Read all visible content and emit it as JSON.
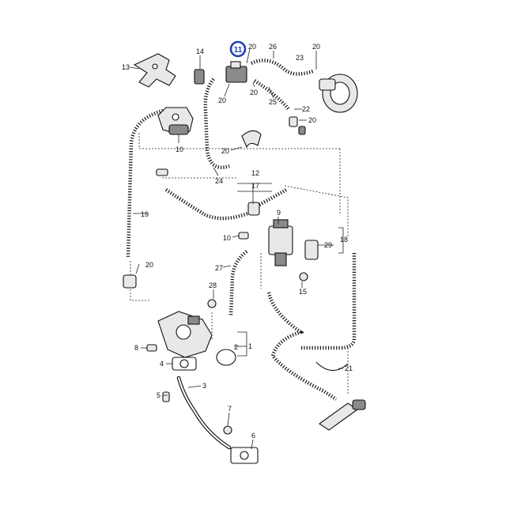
{
  "highlight": {
    "label": "11",
    "color": "#1f3fb0"
  },
  "callouts": {
    "c1": "1",
    "c2": "2",
    "c3": "3",
    "c4": "4",
    "c5": "5",
    "c6": "6",
    "c7": "7",
    "c8": "8",
    "c9": "9",
    "c10": "10",
    "c10b": "10",
    "c12": "12",
    "c13": "13",
    "c14": "14",
    "c15": "15",
    "c17": "17",
    "c18": "18",
    "c19": "19",
    "c20a": "20",
    "c20b": "20",
    "c20c": "20",
    "c20d": "20",
    "c20e": "20",
    "c20f": "20",
    "c20g": "20",
    "c21": "21",
    "c22": "22",
    "c23": "23",
    "c24": "24",
    "c25": "25",
    "c26": "26",
    "c27": "27",
    "c28": "28",
    "c29": "29"
  },
  "colors": {
    "line": "#111111",
    "part_fill": "#e8e8e8",
    "background": "#ffffff"
  }
}
